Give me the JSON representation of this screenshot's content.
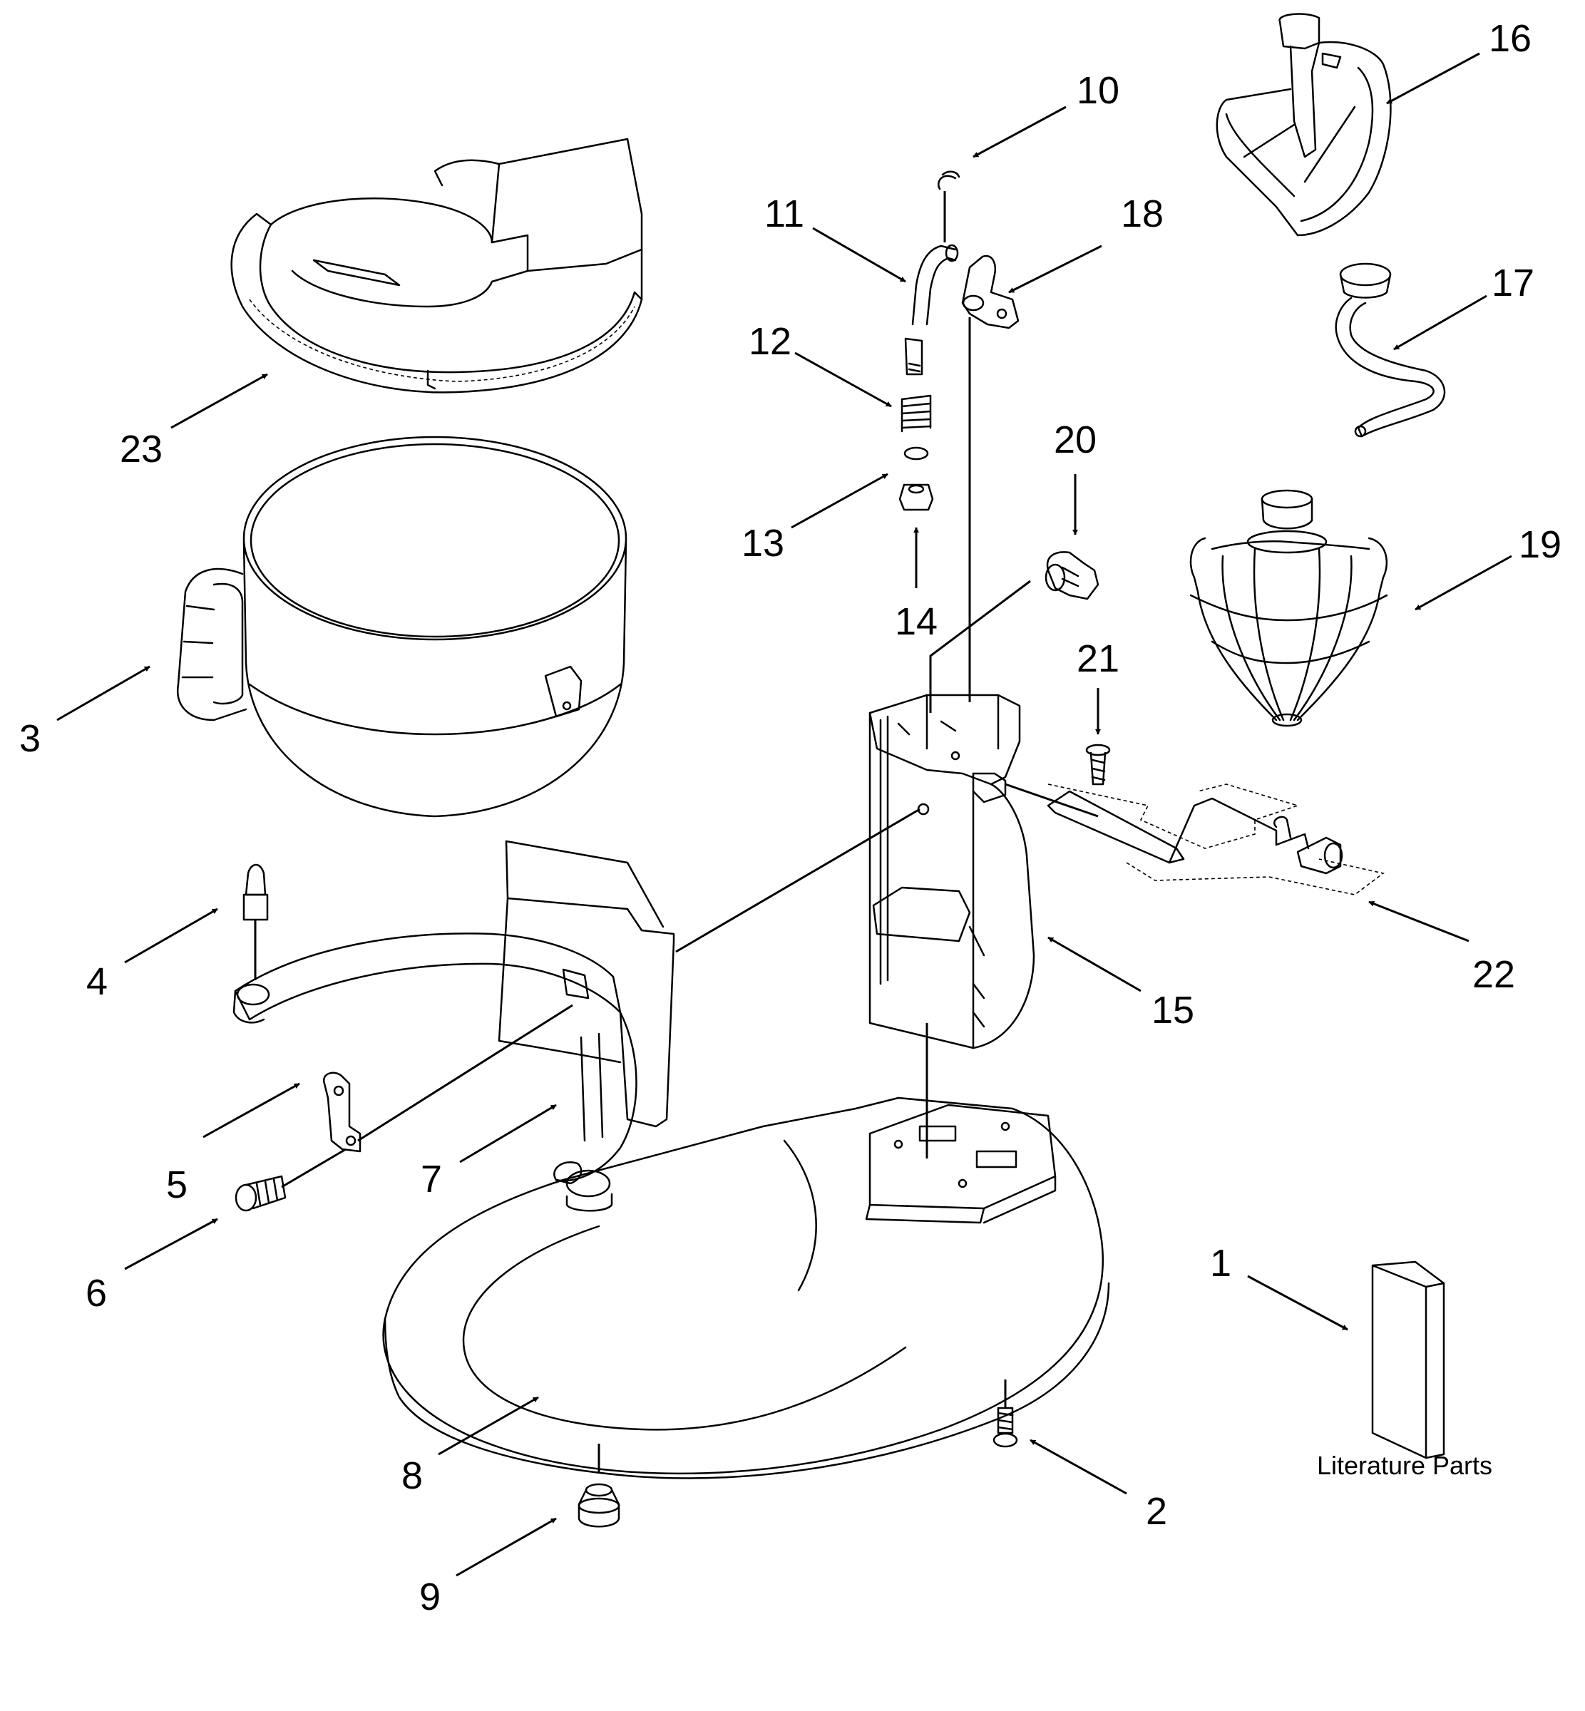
{
  "callouts": [
    {
      "id": "1",
      "label": "1"
    },
    {
      "id": "2",
      "label": "2"
    },
    {
      "id": "3",
      "label": "3"
    },
    {
      "id": "4",
      "label": "4"
    },
    {
      "id": "5",
      "label": "5"
    },
    {
      "id": "6",
      "label": "6"
    },
    {
      "id": "7",
      "label": "7"
    },
    {
      "id": "8",
      "label": "8"
    },
    {
      "id": "9",
      "label": "9"
    },
    {
      "id": "10",
      "label": "10"
    },
    {
      "id": "11",
      "label": "11"
    },
    {
      "id": "12",
      "label": "12"
    },
    {
      "id": "13",
      "label": "13"
    },
    {
      "id": "14",
      "label": "14"
    },
    {
      "id": "15",
      "label": "15"
    },
    {
      "id": "16",
      "label": "16"
    },
    {
      "id": "17",
      "label": "17"
    },
    {
      "id": "18",
      "label": "18"
    },
    {
      "id": "19",
      "label": "19"
    },
    {
      "id": "20",
      "label": "20"
    },
    {
      "id": "21",
      "label": "21"
    },
    {
      "id": "22",
      "label": "22"
    },
    {
      "id": "23",
      "label": "23"
    }
  ],
  "literature_caption": "Literature Parts"
}
